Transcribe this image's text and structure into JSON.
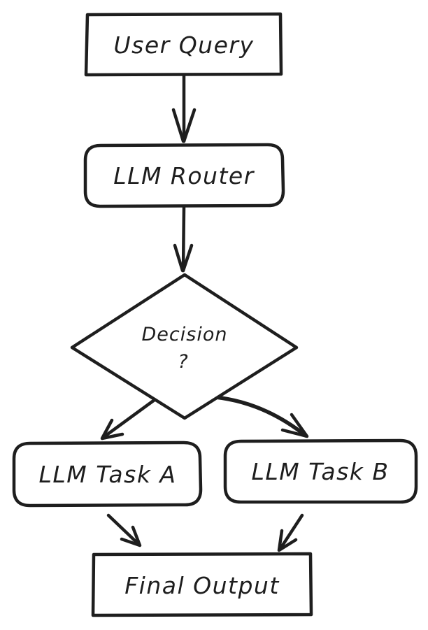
{
  "diagram": {
    "colors": {
      "background": "#ffffff",
      "stroke": "#1e1e1e",
      "text": "#1e1e1e"
    },
    "nodes": {
      "user_query": {
        "label": "User Query",
        "shape": "rectangle"
      },
      "llm_router": {
        "label": "LLM Router",
        "shape": "rounded-rectangle"
      },
      "decision": {
        "label": "Decision",
        "label_line2": "?",
        "shape": "diamond"
      },
      "llm_task_a": {
        "label": "LLM Task A",
        "shape": "rounded-rectangle"
      },
      "llm_task_b": {
        "label": "LLM Task B",
        "shape": "rounded-rectangle"
      },
      "final_output": {
        "label": "Final Output",
        "shape": "rectangle"
      }
    },
    "edges": [
      {
        "from": "user_query",
        "to": "llm_router",
        "style": "straight-arrow"
      },
      {
        "from": "llm_router",
        "to": "decision",
        "style": "straight-arrow"
      },
      {
        "from": "decision",
        "to": "llm_task_a",
        "style": "straight-arrow"
      },
      {
        "from": "decision",
        "to": "llm_task_b",
        "style": "curved-arrow"
      },
      {
        "from": "llm_task_a",
        "to": "final_output",
        "style": "straight-arrow"
      },
      {
        "from": "llm_task_b",
        "to": "final_output",
        "style": "straight-arrow"
      }
    ]
  }
}
